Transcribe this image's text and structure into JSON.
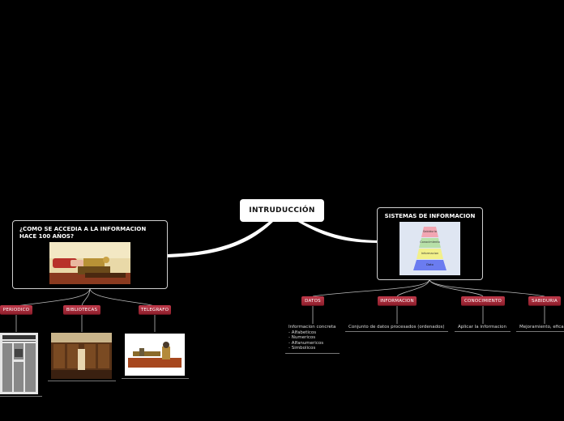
{
  "central": {
    "title": "INTRUDUCCIÓN"
  },
  "left_topic": {
    "title": "¿COMO SE ACCEDIA A LA INFORMACION HACE 100 AÑOS?",
    "subtopics": [
      {
        "label": "PERIODICO"
      },
      {
        "label": "BIBLIOTECAS"
      },
      {
        "label": "TELEGRAFO"
      }
    ]
  },
  "right_topic": {
    "title": "SISTEMAS DE INFORMACION",
    "pyramid": [
      "Sabiduria",
      "Conocimiento",
      "Informacion",
      "Dato"
    ],
    "subtopics": [
      {
        "label": "DATOS",
        "note": "Informacion concreta\n- Alfabeticos\n- Numericos\n- Alfanumericos\n- Simbolicos"
      },
      {
        "label": "INFORMACION",
        "note": "Conjunto de datos procesados (ordenados)"
      },
      {
        "label": "CONOCIMIENTO",
        "note": "Aplicar la informacion"
      },
      {
        "label": "SABIDURIA",
        "note": "Mejoramiento, efica"
      }
    ]
  },
  "colors": {
    "background": "#000000",
    "tag": "#b02e3e",
    "line": "#cccccc"
  },
  "icons": [
    "telegraph-key-photo",
    "newspaper-photo",
    "library-photo",
    "telegraph-photo",
    "knowledge-pyramid"
  ]
}
